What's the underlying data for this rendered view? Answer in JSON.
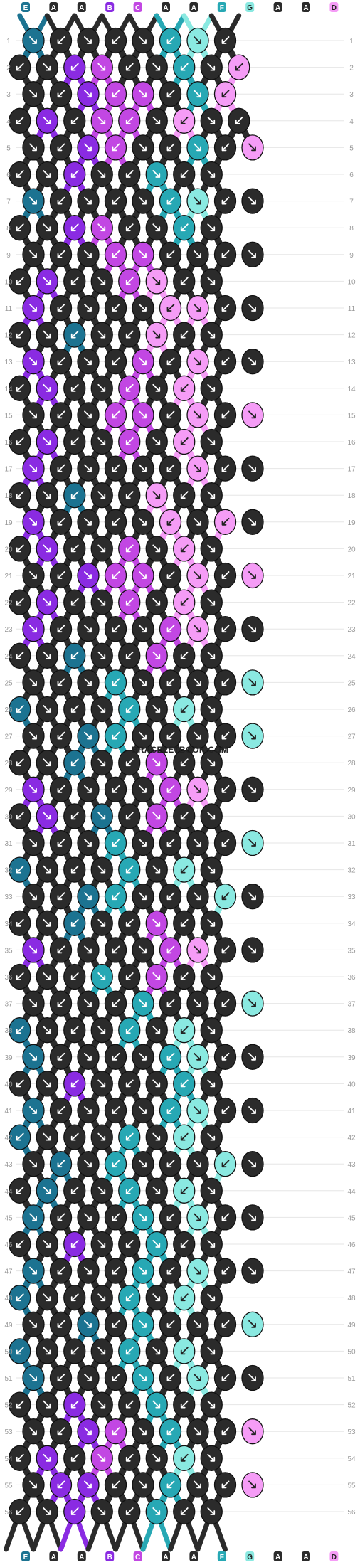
{
  "palette": {
    "A": "#2b2b2b",
    "B": "#8a2be2",
    "C": "#c247e3",
    "D": "#f59cf6",
    "E": "#1c7391",
    "F": "#27a8b4",
    "G": "#8ae9e1"
  },
  "strands": {
    "top": [
      "E",
      "A",
      "A",
      "B",
      "C",
      "A",
      "A",
      "F",
      "G",
      "A",
      "A",
      "D"
    ],
    "bottom": [
      "E",
      "A",
      "A",
      "B",
      "C",
      "A",
      "A",
      "F",
      "G",
      "A",
      "A",
      "D"
    ]
  },
  "row_count": 56,
  "watermark": "BRACELETBOOK.COM",
  "knot_colors": [
    [
      "E",
      "A",
      "A",
      "A",
      "A",
      "F",
      "G",
      "A"
    ],
    [
      "A",
      "A",
      "B",
      "C",
      "A",
      "A",
      "F",
      "A",
      "D"
    ],
    [
      "A",
      "A",
      "B",
      "C",
      "C",
      "A",
      "F",
      "D"
    ],
    [
      "A",
      "B",
      "A",
      "C",
      "C",
      "A",
      "D",
      "A",
      "A"
    ],
    [
      "A",
      "A",
      "B",
      "C",
      "A",
      "A",
      "F",
      "A",
      "D"
    ],
    [
      "A",
      "A",
      "B",
      "A",
      "A",
      "F",
      "A",
      "A"
    ],
    [
      "E",
      "A",
      "A",
      "A",
      "A",
      "F",
      "G",
      "A",
      "A"
    ],
    [
      "A",
      "A",
      "B",
      "C",
      "A",
      "A",
      "F",
      "A"
    ],
    [
      "A",
      "A",
      "A",
      "C",
      "C",
      "A",
      "A",
      "A",
      "A"
    ],
    [
      "A",
      "B",
      "A",
      "A",
      "C",
      "D",
      "A",
      "A"
    ],
    [
      "B",
      "A",
      "A",
      "A",
      "A",
      "D",
      "D",
      "A",
      "A"
    ],
    [
      "A",
      "A",
      "E",
      "A",
      "A",
      "D",
      "A",
      "A"
    ],
    [
      "B",
      "A",
      "A",
      "A",
      "C",
      "A",
      "D",
      "A",
      "A"
    ],
    [
      "A",
      "B",
      "A",
      "A",
      "C",
      "A",
      "D",
      "A"
    ],
    [
      "A",
      "A",
      "A",
      "C",
      "C",
      "A",
      "D",
      "A",
      "D"
    ],
    [
      "A",
      "B",
      "A",
      "A",
      "C",
      "A",
      "D",
      "A"
    ],
    [
      "B",
      "A",
      "A",
      "A",
      "A",
      "A",
      "D",
      "A",
      "A"
    ],
    [
      "A",
      "A",
      "E",
      "A",
      "A",
      "D",
      "A",
      "A"
    ],
    [
      "B",
      "A",
      "A",
      "A",
      "A",
      "D",
      "A",
      "D",
      "A"
    ],
    [
      "A",
      "B",
      "A",
      "A",
      "C",
      "A",
      "D",
      "A"
    ],
    [
      "A",
      "A",
      "B",
      "C",
      "C",
      "A",
      "D",
      "A",
      "D"
    ],
    [
      "A",
      "B",
      "A",
      "A",
      "C",
      "A",
      "D",
      "A"
    ],
    [
      "B",
      "A",
      "A",
      "A",
      "A",
      "C",
      "D",
      "A",
      "A"
    ],
    [
      "A",
      "A",
      "E",
      "A",
      "A",
      "C",
      "A",
      "A"
    ],
    [
      "A",
      "A",
      "A",
      "F",
      "A",
      "A",
      "A",
      "A",
      "G"
    ],
    [
      "E",
      "A",
      "A",
      "A",
      "F",
      "A",
      "G",
      "A"
    ],
    [
      "A",
      "A",
      "E",
      "F",
      "A",
      "A",
      "A",
      "A",
      "G"
    ],
    [
      "A",
      "A",
      "E",
      "A",
      "A",
      "C",
      "A",
      "A"
    ],
    [
      "B",
      "A",
      "A",
      "A",
      "A",
      "C",
      "D",
      "A",
      "A"
    ],
    [
      "A",
      "B",
      "A",
      "E",
      "A",
      "C",
      "A",
      "A"
    ],
    [
      "A",
      "A",
      "A",
      "F",
      "A",
      "A",
      "A",
      "A",
      "G"
    ],
    [
      "E",
      "A",
      "A",
      "A",
      "F",
      "A",
      "G",
      "A"
    ],
    [
      "A",
      "A",
      "E",
      "F",
      "A",
      "A",
      "A",
      "G",
      "A"
    ],
    [
      "A",
      "A",
      "E",
      "A",
      "A",
      "C",
      "A",
      "A"
    ],
    [
      "B",
      "A",
      "A",
      "A",
      "A",
      "C",
      "D",
      "A",
      "A"
    ],
    [
      "A",
      "A",
      "A",
      "F",
      "A",
      "C",
      "A",
      "A"
    ],
    [
      "A",
      "A",
      "A",
      "A",
      "F",
      "A",
      "A",
      "A",
      "G"
    ],
    [
      "E",
      "A",
      "A",
      "A",
      "F",
      "A",
      "G",
      "A"
    ],
    [
      "E",
      "A",
      "A",
      "A",
      "A",
      "F",
      "G",
      "A",
      "A"
    ],
    [
      "A",
      "A",
      "B",
      "A",
      "A",
      "A",
      "F",
      "A"
    ],
    [
      "E",
      "A",
      "A",
      "A",
      "A",
      "F",
      "G",
      "A",
      "A"
    ],
    [
      "E",
      "A",
      "A",
      "A",
      "F",
      "A",
      "G",
      "A"
    ],
    [
      "A",
      "E",
      "A",
      "F",
      "A",
      "A",
      "A",
      "G",
      "A"
    ],
    [
      "A",
      "E",
      "A",
      "A",
      "F",
      "A",
      "G",
      "A"
    ],
    [
      "E",
      "A",
      "A",
      "A",
      "F",
      "A",
      "G",
      "A",
      "A"
    ],
    [
      "A",
      "A",
      "B",
      "A",
      "A",
      "F",
      "A",
      "A"
    ],
    [
      "E",
      "A",
      "A",
      "A",
      "F",
      "A",
      "G",
      "A",
      "A"
    ],
    [
      "E",
      "A",
      "A",
      "A",
      "F",
      "A",
      "G",
      "A"
    ],
    [
      "A",
      "A",
      "E",
      "A",
      "F",
      "A",
      "A",
      "A",
      "G"
    ],
    [
      "E",
      "A",
      "A",
      "A",
      "F",
      "A",
      "G",
      "A"
    ],
    [
      "E",
      "A",
      "A",
      "A",
      "F",
      "A",
      "G",
      "A",
      "A"
    ],
    [
      "A",
      "A",
      "B",
      "A",
      "A",
      "F",
      "A",
      "A"
    ],
    [
      "A",
      "A",
      "B",
      "C",
      "A",
      "F",
      "A",
      "A",
      "D"
    ],
    [
      "A",
      "B",
      "A",
      "C",
      "A",
      "A",
      "G",
      "A"
    ],
    [
      "A",
      "B",
      "B",
      "A",
      "A",
      "F",
      "A",
      "A",
      "D"
    ],
    [
      "A",
      "A",
      "B",
      "A",
      "A",
      "F",
      "A",
      "A"
    ]
  ]
}
